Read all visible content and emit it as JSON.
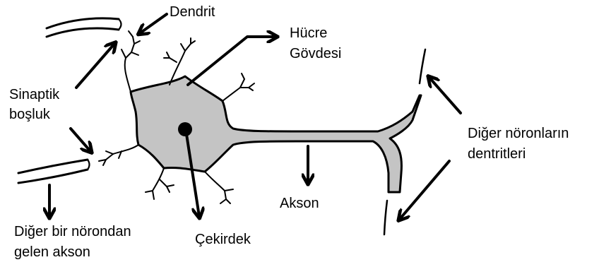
{
  "labels": {
    "dendrit": "Dendrit",
    "hucre_line1": "Hücre",
    "hucre_line2": "Gövdesi",
    "sinaptik_line1": "Sinaptik",
    "sinaptik_line2": "boşluk",
    "diger_noron_line1": "Diğer nöronların",
    "diger_noron_line2": "dentritleri",
    "akson": "Akson",
    "cekirdek": "Çekirdek",
    "gelen_line1": "Diğer bir nörondan",
    "gelen_line2": "gelen akson"
  },
  "colors": {
    "cell_fill": "#c4c4c4",
    "stroke": "#000000",
    "background": "#ffffff"
  }
}
